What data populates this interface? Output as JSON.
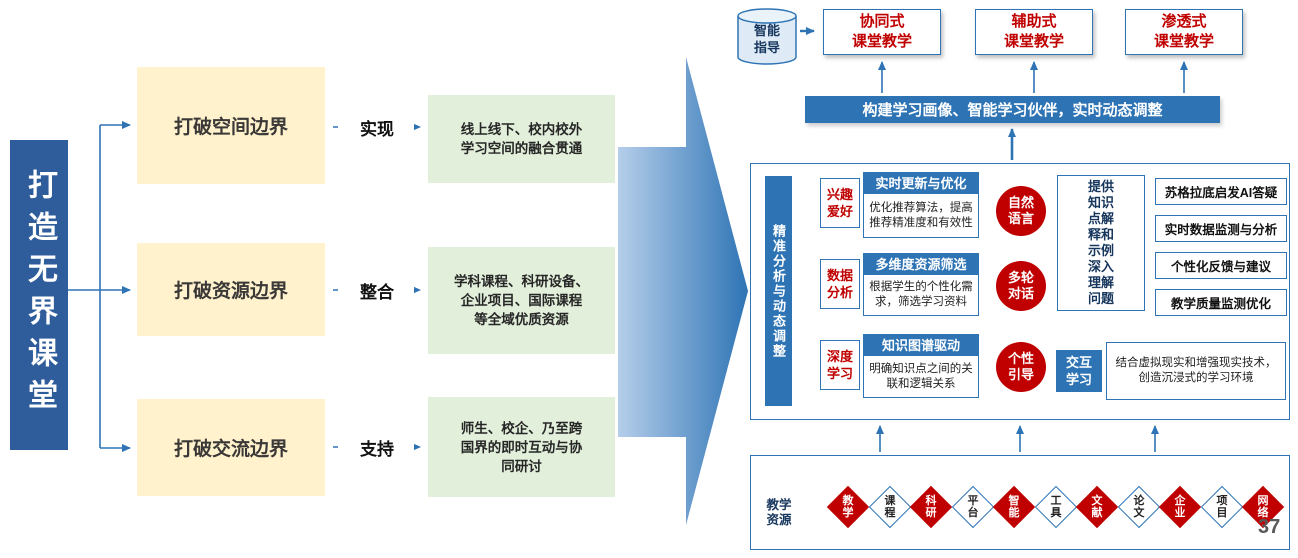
{
  "slide": {
    "page_number": "37"
  },
  "left_flow": {
    "main_title": "打造无界课堂",
    "rows": [
      {
        "boundary": "打破空间边界",
        "action": "实现",
        "result": "线上线下、校内校外\n学习空间的融合贯通"
      },
      {
        "boundary": "打破资源边界",
        "action": "整合",
        "result": "学科课程、科研设备、\n企业项目、国际课程\n等全域优质资源"
      },
      {
        "boundary": "打破交流边界",
        "action": "支持",
        "result": "师生、校企、乃至跨\n国界的即时互动与协\n同研讨"
      }
    ]
  },
  "teaching_modes": {
    "db_label": "智能\n指导",
    "modes": [
      {
        "label": "协同式\n课堂教学"
      },
      {
        "label": "辅助式\n课堂教学"
      },
      {
        "label": "渗透式\n课堂教学"
      }
    ],
    "banner": "构建学习画像、智能学习伙伴，实时动态调整"
  },
  "analysis_panel": {
    "side_label": "精准分析与动态调整",
    "branches": [
      {
        "tag": "兴趣\n爱好",
        "title": "实时更新与优化",
        "desc": "优化推荐算法，提高推荐精准度和有效性"
      },
      {
        "tag": "数据\n分析",
        "title": "多维度资源筛选",
        "desc": "根据学生的个性化需求，筛选学习资料"
      },
      {
        "tag": "深度\n学习",
        "title": "知识图谱驱动",
        "desc": "明确知识点之间的关联和逻辑关系"
      }
    ],
    "dialog_nodes": [
      {
        "label": "自然\n语言"
      },
      {
        "label": "多轮\n对话"
      },
      {
        "label": "个性\n引导"
      }
    ],
    "provide_box": "提供知识点解释和示例深入理解问题",
    "outputs": [
      {
        "label": "苏格拉底启发AI答疑"
      },
      {
        "label": "实时数据监测与分析"
      },
      {
        "label": "个性化反馈与建议"
      },
      {
        "label": "教学质量监测优化"
      }
    ],
    "interaction": {
      "tag": "交互\n学习",
      "desc": "结合虚拟现实和增强现实技术，创造沉浸式的学习环境"
    }
  },
  "resource_flow": {
    "db_label": "教学\n资源",
    "items": [
      {
        "label": "教\n学",
        "style": "red"
      },
      {
        "label": "课\n程",
        "style": "white"
      },
      {
        "label": "科\n研",
        "style": "red"
      },
      {
        "label": "平\n台",
        "style": "white"
      },
      {
        "label": "智\n能",
        "style": "red"
      },
      {
        "label": "工\n具",
        "style": "white"
      },
      {
        "label": "文\n献",
        "style": "red"
      },
      {
        "label": "论\n文",
        "style": "white"
      },
      {
        "label": "企\n业",
        "style": "red"
      },
      {
        "label": "项\n目",
        "style": "white"
      },
      {
        "label": "网\n络",
        "style": "red"
      }
    ]
  },
  "colors": {
    "accent": "#2E74B5",
    "dark": "#17365D",
    "red": "#C00000",
    "cream": "#FFF2CC",
    "green": "#E2EFDA",
    "light_blue": "#DEEBF7"
  }
}
